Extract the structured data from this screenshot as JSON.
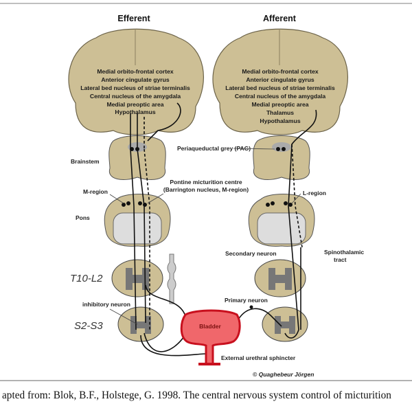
{
  "titles": {
    "efferent": "Efferent",
    "afferent": "Afferent"
  },
  "efferent_brain": [
    "Medial orbito-frontal cortex",
    "Anterior cingulate gyrus",
    "Lateral bed nucleus of striae terminalis",
    "Central nucleus of the amygdala",
    "Medial preoptic area",
    "Hypothalamus"
  ],
  "afferent_brain": [
    "Medial orbito-frontal cortex",
    "Anterior cingulate gyrus",
    "Lateral bed nucleus of striae terminalis",
    "Central nucleus of the amygdala",
    "Medial preoptic area",
    "Thalamus",
    "Hypothalamus"
  ],
  "labels": {
    "brainstem": "Brainstem",
    "pag": "Periaqueductal grey (PAG)",
    "m_region": "M-region",
    "pmc_1": "Pontine micturition centre",
    "pmc_2": "(Barrington nucleus, M-region)",
    "l_region": "L-region",
    "pons": "Pons",
    "secondary": "Secondary neuron",
    "spinothalamic_1": "Spinothalamic",
    "spinothalamic_2": "tract",
    "t10": "T10-L2",
    "s2": "S2-S3",
    "inhibitory": "inhibitory neuron",
    "primary": "Primary neuron",
    "bladder": "Bladder",
    "sphincter": "External urethral sphincter"
  },
  "copyright": "© Quaghebeur Jörgen",
  "caption": "apted from: Blok, B.F., Holstege, G. 1998. The central nervous system control of micturition",
  "colors": {
    "tissue": "#cdbf95",
    "grey_matter": "#7a7a7a",
    "bladder": "#f0676b",
    "bladder_outline": "#c8101e"
  }
}
